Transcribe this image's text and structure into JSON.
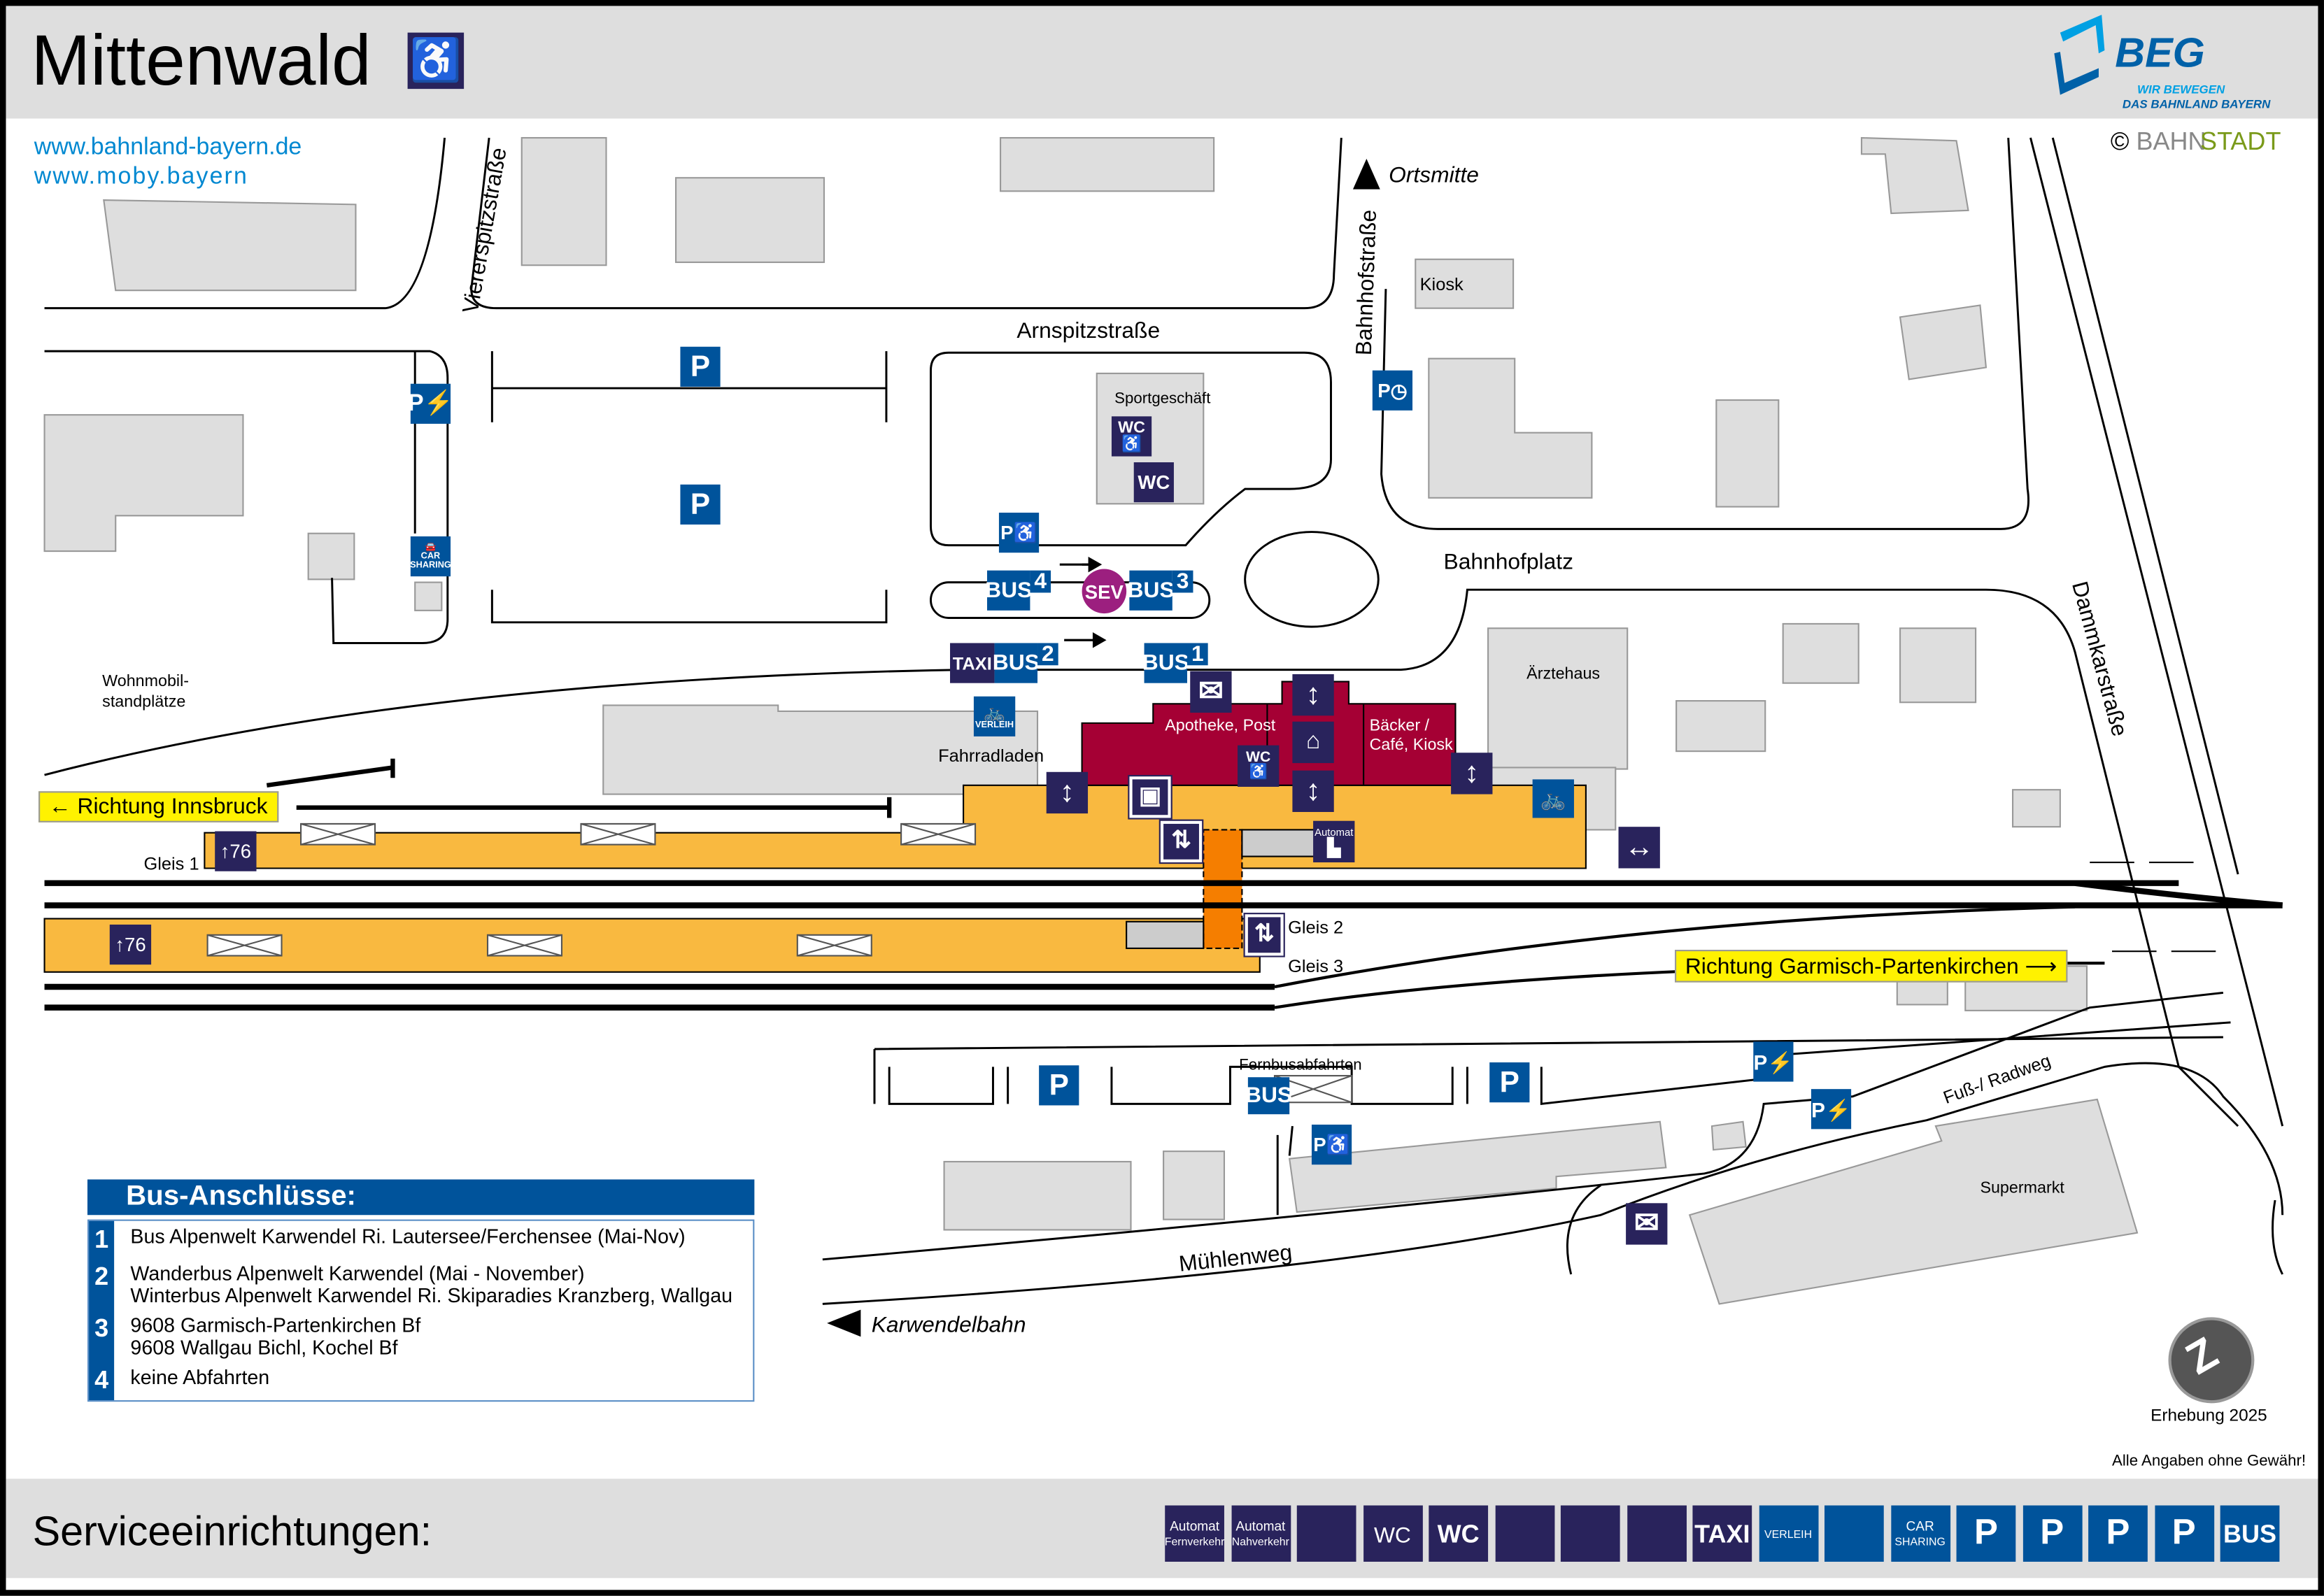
{
  "header": {
    "title": "Mittenwald",
    "accessible_icon": "wheelchair-icon"
  },
  "logo": {
    "brand": "BEG",
    "slogan_1": "WIR BEWEGEN",
    "slogan_2": "DAS BAHNLAND BAYERN",
    "copyright": "©",
    "copyright_owner_1": "BAHN",
    "copyright_owner_2": "STADT"
  },
  "links": {
    "url_1": "www.bahnland-bayern.de",
    "url_2": "www.moby.bayern"
  },
  "streets": {
    "viererspitz": "Viererspitzstraße",
    "arnspitz": "Arnspitzstraße",
    "bahnhofstr": "Bahnhofstraße",
    "ortsmitte": "Ortsmitte",
    "bahnhofplatz": "Bahnhofplatz",
    "dammkar": "Dammkarstraße",
    "muehlenweg": "Mühlenweg",
    "fussradweg": "Fuß-/ Radweg",
    "karwendelbahn": "Karwendelbahn"
  },
  "places": {
    "kiosk": "Kiosk",
    "sportgeschaeft": "Sportgeschäft",
    "wohnmobil_1": "Wohnmobil-",
    "wohnmobil_2": "standplätze",
    "fahrradladen": "Fahrradladen",
    "apotheke": "Apotheke, Post",
    "baecker_1": "Bäcker /",
    "baecker_2": "Café, Kiosk",
    "aerztehaus": "Ärztehaus",
    "fernbus": "Fernbusabfahrten",
    "supermarkt": "Supermarkt"
  },
  "tracks": {
    "gleis1": "Gleis 1",
    "gleis2": "Gleis 2",
    "gleis3": "Gleis 3",
    "sector_1": "76",
    "sector_2": "76",
    "dir_west": "Richtung Innsbruck",
    "dir_east": "Richtung Garmisch-Partenkirchen"
  },
  "icons": {
    "p": "P",
    "bus": "BUS",
    "taxi": "TAXI",
    "wc": "WC",
    "sev": "SEV",
    "automat": "Automat",
    "verleih": "VERLEIH",
    "car": "CAR",
    "sharing": "SHARING",
    "bus_stop_1": "1",
    "bus_stop_2": "2",
    "bus_stop_3": "3",
    "bus_stop_4": "4"
  },
  "legend": {
    "title": "Bus-Anschlüsse:",
    "rows": [
      {
        "num": "1",
        "lines": [
          "Bus Alpenwelt Karwendel Ri. Lautersee/Ferchensee (Mai-Nov)"
        ]
      },
      {
        "num": "2",
        "lines": [
          "Wanderbus Alpenwelt Karwendel (Mai - November)",
          "Winterbus Alpenwelt Karwendel Ri. Skiparadies Kranzberg, Wallgau"
        ]
      },
      {
        "num": "3",
        "lines": [
          "9608 Garmisch-Partenkirchen Bf",
          "9608 Wallgau Bichl, Kochel Bf"
        ]
      },
      {
        "num": "4",
        "lines": [
          "keine Abfahrten"
        ]
      }
    ]
  },
  "meta": {
    "survey": "Erhebung 2025",
    "disclaimer": "Alle Angaben ohne Gewähr!"
  },
  "footer": {
    "title": "Serviceeinrichtungen:",
    "services": [
      {
        "icon": "ticket-machine-long-distance-icon",
        "top": "Automat",
        "bottom": "Fernverkehr",
        "color": "#29235c"
      },
      {
        "icon": "ticket-machine-regional-icon",
        "top": "Automat",
        "bottom": "Nahverkehr",
        "color": "#29235c"
      },
      {
        "icon": "waiting-room-icon",
        "top": "",
        "bottom": "",
        "color": "#29235c"
      },
      {
        "icon": "accessible-wc-icon",
        "top": "",
        "bottom": "WC",
        "color": "#29235c"
      },
      {
        "icon": "wc-icon",
        "top": "WC",
        "bottom": "",
        "color": "#29235c"
      },
      {
        "icon": "post-icon",
        "top": "",
        "bottom": "",
        "color": "#29235c"
      },
      {
        "icon": "luggage-locker-icon",
        "top": "",
        "bottom": "",
        "color": "#29235c"
      },
      {
        "icon": "elevator-icon",
        "top": "",
        "bottom": "",
        "color": "#29235c"
      },
      {
        "icon": "taxi-icon",
        "top": "TAXI",
        "bottom": "",
        "color": "#29235c"
      },
      {
        "icon": "bike-rental-icon",
        "top": "",
        "bottom": "VERLEIH",
        "color": "#00539b"
      },
      {
        "icon": "bike-parking-icon",
        "top": "",
        "bottom": "",
        "color": "#00539b"
      },
      {
        "icon": "car-sharing-icon",
        "top": "CAR",
        "bottom": "SHARING",
        "color": "#00539b"
      },
      {
        "icon": "accessible-parking-icon",
        "top": "P",
        "bottom": "",
        "color": "#00539b"
      },
      {
        "icon": "parking-icon",
        "top": "P",
        "bottom": "",
        "color": "#00539b"
      },
      {
        "icon": "short-term-parking-icon",
        "top": "P",
        "bottom": "",
        "color": "#00539b"
      },
      {
        "icon": "ev-charging-parking-icon",
        "top": "P",
        "bottom": "",
        "color": "#00539b"
      },
      {
        "icon": "bus-icon",
        "top": "BUS",
        "bottom": "",
        "color": "#00539b"
      }
    ]
  },
  "colors": {
    "navy": "#29235c",
    "blue": "#00539b",
    "platform": "#f9b940",
    "building": "#a50034",
    "gray": "#dedede",
    "highlight": "#fff200"
  }
}
